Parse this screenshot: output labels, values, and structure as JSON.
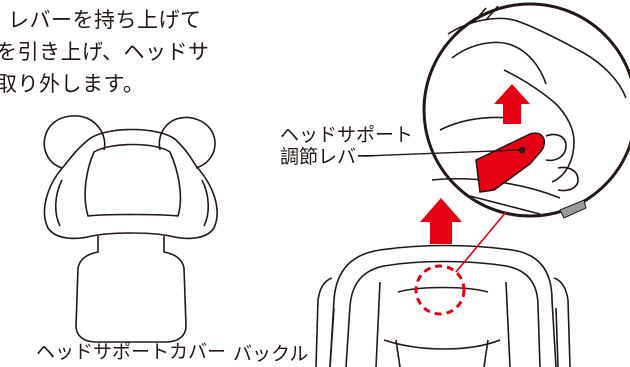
{
  "instructions": [
    "レバーを持ち上げて",
    "を引き上げ、ヘッドサ",
    "取り外します。"
  ],
  "labels": {
    "lever_line1": "ヘッドサポート",
    "lever_line2": "調節レバー",
    "cover": "ヘッドサポートカバー",
    "buckle": "バックル"
  },
  "colors": {
    "text": "#231815",
    "arrow_red": "#e60012",
    "circle_red": "#e60012"
  }
}
